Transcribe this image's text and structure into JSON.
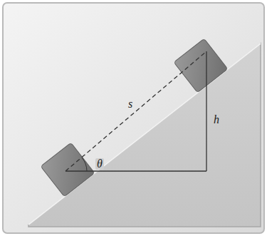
{
  "diagram": {
    "labels": [
      "s",
      "h",
      "θ"
    ]
  }
}
